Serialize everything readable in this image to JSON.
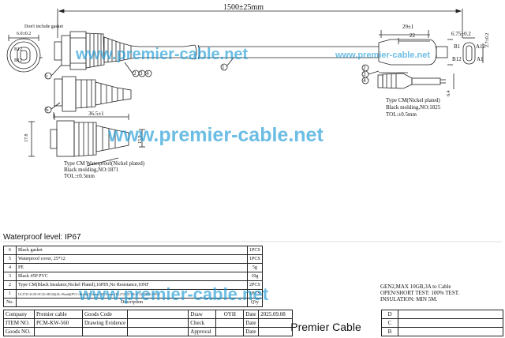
{
  "drawing": {
    "overall_length": "1500±25mm",
    "note_gasket": "Don't include gasket",
    "dim_left_face": "6.0±0.2",
    "dim_right_face": "6.75±0.2",
    "dim_right_height": "2.7±0.2",
    "dim_29": "29±1",
    "dim_22": "22",
    "dim_64": "6.4",
    "dim_365": "36.5±1",
    "dim_178": "17.8",
    "dim_159": "15.9",
    "pin_labels": {
      "b12": "B12",
      "b1": "B1",
      "a12": "A12",
      "a1": "A1"
    },
    "balloons": [
      "1",
      "2",
      "3",
      "4",
      "5",
      "6"
    ],
    "right_note": [
      "Type CM(Nickel plated)",
      "Black molding,NO:1825",
      "TOL:±0.5mm"
    ],
    "left_note": [
      "Type CM Waterproof(Nickel plated)",
      "Black molding,NO:1871",
      "TOL:±0.5mm"
    ],
    "watermark": "www.premier-cable.net"
  },
  "waterproof_level": "Waterproof level: IP67",
  "bom": {
    "rows": [
      {
        "no": "6",
        "desc": "Black gasket",
        "qty": "1PCS"
      },
      {
        "no": "5",
        "desc": "Waterproof cover, 25*12",
        "qty": "1PCS"
      },
      {
        "no": "4",
        "desc": "PE",
        "qty": "5g"
      },
      {
        "no": "3",
        "desc": "Black 45P PVC",
        "qty": "10g"
      },
      {
        "no": "2",
        "desc": "Type CM(Black Insulator,Nickel Plated),16PIN,No Resistance,10NF",
        "qty": "2PCS"
      },
      {
        "no": "1",
        "desc": "UL2725 2C28+5C32+2P(32)(AL+Braid)(PVC+Black)(5.5mm) OD:5.5mm (UL2725 2C28+5C32+2P32 AWG)",
        "qty": "1PCS"
      }
    ],
    "header": {
      "no": "No.",
      "desc": "Description",
      "qty": "Q'ty"
    }
  },
  "spec_notes": [
    "GEN2,MAX 10GB,3A to Cable",
    "OPEN/SHORT TEST: 100% TEST.",
    "INSULATION: MIN 5M."
  ],
  "title_block": {
    "company_label": "Company",
    "company_value": "Premier cable",
    "goods_code_label": "Goods Code",
    "item_no_label": "ITEM NO.",
    "item_no_value": "PCM-KW-560",
    "drawing_evidence_label": "Drawing Evidence",
    "goods_no_label": "Goods NO.",
    "draw_label": "Draw",
    "draw_value": "OYH",
    "date_label": "Date",
    "date_value": "2025.09.08",
    "check_label": "Check",
    "approval_label": "Approval",
    "company_name": "Premier Cable",
    "revisions": [
      "D",
      "C",
      "B"
    ]
  }
}
